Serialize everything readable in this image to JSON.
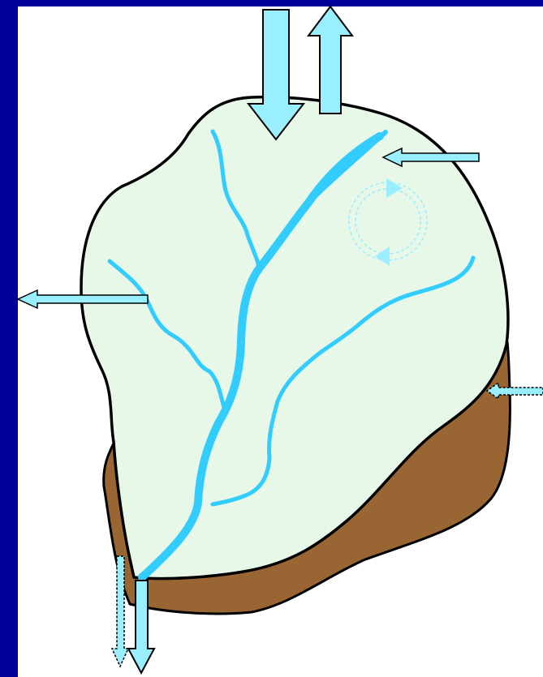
{
  "diagram": {
    "colors": {
      "background_frame": "#000099",
      "panel": "#ffffff",
      "land_surface": "#e8f8e8",
      "groundwater_body": "#996633",
      "outline": "#000000",
      "water": "#33ccff",
      "flux_arrow_fill": "#99eeff",
      "recirculation": "#99eeff"
    },
    "elements": [
      {
        "name": "catchment-surface",
        "kind": "landform"
      },
      {
        "name": "groundwater-body",
        "kind": "landform"
      },
      {
        "name": "river-network",
        "kind": "water"
      },
      {
        "name": "inflow-arrow-top",
        "kind": "flux",
        "direction": "down"
      },
      {
        "name": "outflow-arrow-top",
        "kind": "flux",
        "direction": "up"
      },
      {
        "name": "lateral-inflow-arrow-right",
        "kind": "flux",
        "direction": "left"
      },
      {
        "name": "lateral-outflow-arrow-left",
        "kind": "flux",
        "direction": "left"
      },
      {
        "name": "groundwater-inflow-arrow-right",
        "kind": "flux",
        "direction": "left",
        "style": "dashed"
      },
      {
        "name": "river-outflow-arrow-bottom",
        "kind": "flux",
        "direction": "down"
      },
      {
        "name": "groundwater-outflow-arrow-bottom",
        "kind": "flux",
        "direction": "down",
        "style": "dashed"
      },
      {
        "name": "recirculation-cycle",
        "kind": "cycle",
        "style": "dashed"
      }
    ]
  }
}
